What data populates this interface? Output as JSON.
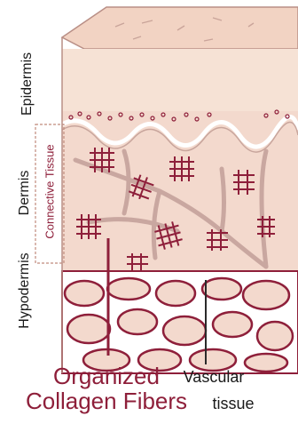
{
  "layers": {
    "epidermis": "Epidermis",
    "dermis": "Dermis",
    "hypodermis": "Hypodermis",
    "connective_tissue": "Connective Tissue"
  },
  "callouts": {
    "collagen_line1": "Organized",
    "collagen_line2": "Collagen Fibers",
    "vascular_line1": "Vascular",
    "vascular_line2": "tissue"
  },
  "colors": {
    "skin_top": "#f2d3c3",
    "skin_side": "#f6e2d5",
    "dermis": "#f3d9cd",
    "collagen": "#8e1f3a",
    "vessel": "#c9a7a0",
    "text": "#1a1a1a",
    "accent_text": "#8e1f3a"
  }
}
